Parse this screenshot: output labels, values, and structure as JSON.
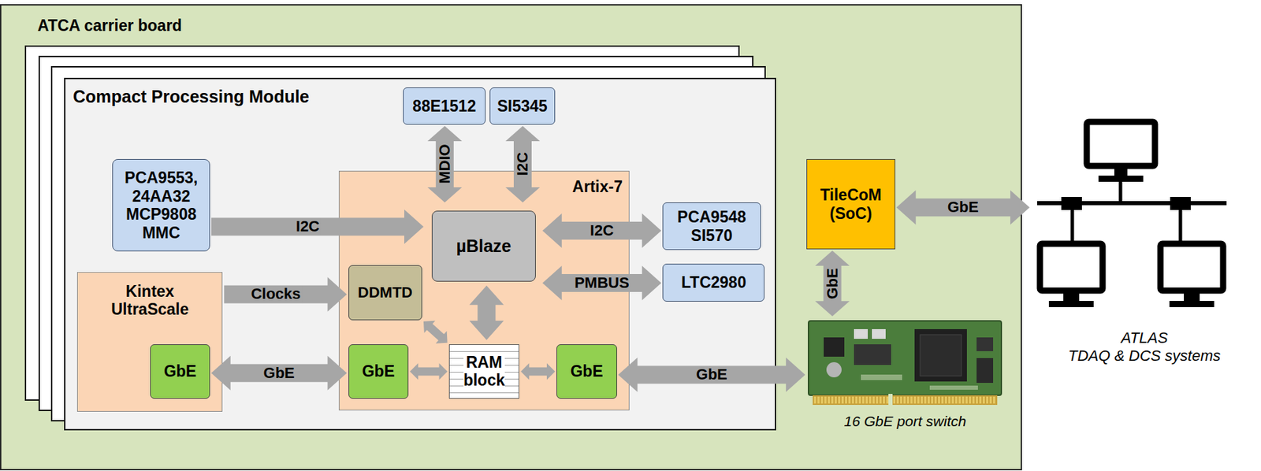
{
  "diagram": {
    "nodes": [
      {
        "text": [
          "ATCA carrier board"
        ]
      },
      {
        "text": [
          "Compact Processing Module"
        ],
        "in": 0
      },
      {
        "text": [
          "88E1512"
        ],
        "in": 1
      },
      {
        "text": [
          "SI5345"
        ],
        "in": 1
      },
      {
        "text": [
          "PCA9553, 24AA32 MCP9808 MMC"
        ],
        "in": 1
      },
      {
        "text": [
          "Artix-7"
        ],
        "in": 1
      },
      {
        "text": [
          "µBlaze"
        ],
        "in": 5
      },
      {
        "text": [
          "DDMTD"
        ],
        "in": 5
      },
      {
        "text": [
          "GbE"
        ],
        "in": 5
      },
      {
        "text": [
          "RAM block"
        ],
        "in": 5
      },
      {
        "text": [
          "GbE"
        ],
        "in": 5
      },
      {
        "text": [
          "PCA9548 SI570"
        ],
        "in": 1
      },
      {
        "text": [
          "LTC2980"
        ],
        "in": 1
      },
      {
        "text": [
          "Kintex UltraScale"
        ],
        "in": 1
      },
      {
        "text": [
          "GbE"
        ],
        "in": 13
      },
      {
        "text": [
          "TileCoM (SoC)"
        ],
        "in": 0
      },
      {
        "text": [
          "16 GbE port switch"
        ],
        "in": 0
      },
      {
        "text": [
          "ATLAS",
          "TDAQ & DCS systems"
        ]
      }
    ],
    "edges": [
      {
        "from": 2,
        "to": 6,
        "label": "MDIO",
        "arrow": "both"
      },
      {
        "from": 3,
        "to": 6,
        "label": "I2C",
        "arrow": "both"
      },
      {
        "from": 4,
        "to": 6,
        "label": "I2C",
        "arrow": "to"
      },
      {
        "from": 6,
        "to": 11,
        "label": "I2C",
        "arrow": "both"
      },
      {
        "from": 6,
        "to": 12,
        "label": "PMBUS",
        "arrow": "both"
      },
      {
        "from": 13,
        "to": 7,
        "label": "Clocks",
        "arrow": "to"
      },
      {
        "from": 14,
        "to": 8,
        "label": "GbE",
        "arrow": "both"
      },
      {
        "from": 8,
        "to": 9,
        "arrow": "both"
      },
      {
        "from": 9,
        "to": 10,
        "arrow": "both"
      },
      {
        "from": 6,
        "to": 9,
        "arrow": "both"
      },
      {
        "from": 7,
        "to": 9,
        "arrow": "both"
      },
      {
        "from": 10,
        "to": 16,
        "label": "GbE",
        "arrow": "both"
      },
      {
        "from": 15,
        "to": 16,
        "label": "GbE",
        "arrow": "both"
      },
      {
        "from": 15,
        "to": 17,
        "label": "GbE",
        "arrow": "both"
      }
    ]
  }
}
